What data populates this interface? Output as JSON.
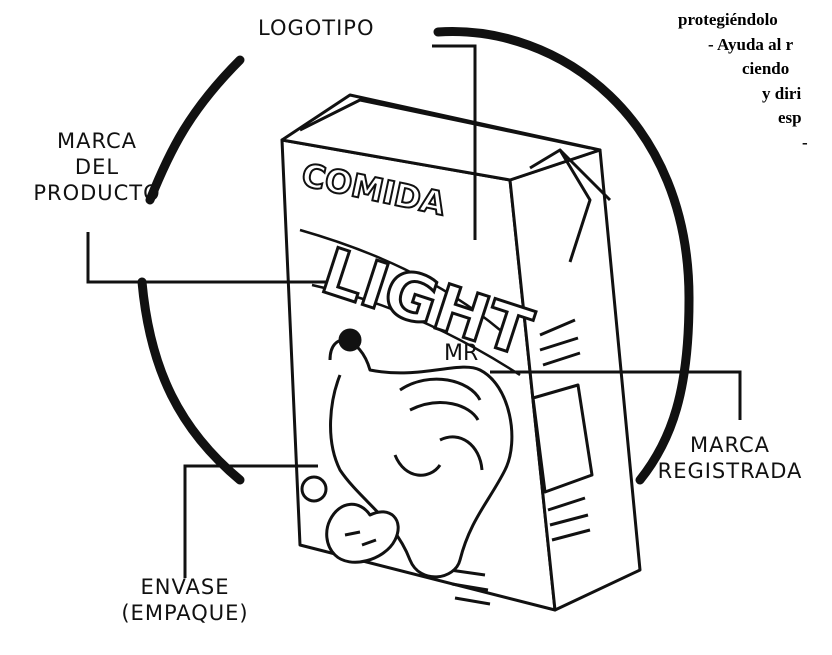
{
  "labels": {
    "logotipo": "LOGOTIPO",
    "marca_producto": [
      "MARCA",
      "DEL",
      "PRODUCTO"
    ],
    "marca_registrada": [
      "MARCA",
      "REGISTRADA"
    ],
    "envase": [
      "ENVASE",
      "(EMPAQUE)"
    ]
  },
  "box_text": {
    "comida": "COMIDA",
    "light": "LIGHT",
    "registered_mark": "MR"
  },
  "side_text": [
    "protegiéndolo",
    "- Ayuda al r",
    "ciendo",
    "y diri",
    "esp",
    "-"
  ],
  "colors": {
    "ink": "#111111",
    "background": "#ffffff"
  }
}
